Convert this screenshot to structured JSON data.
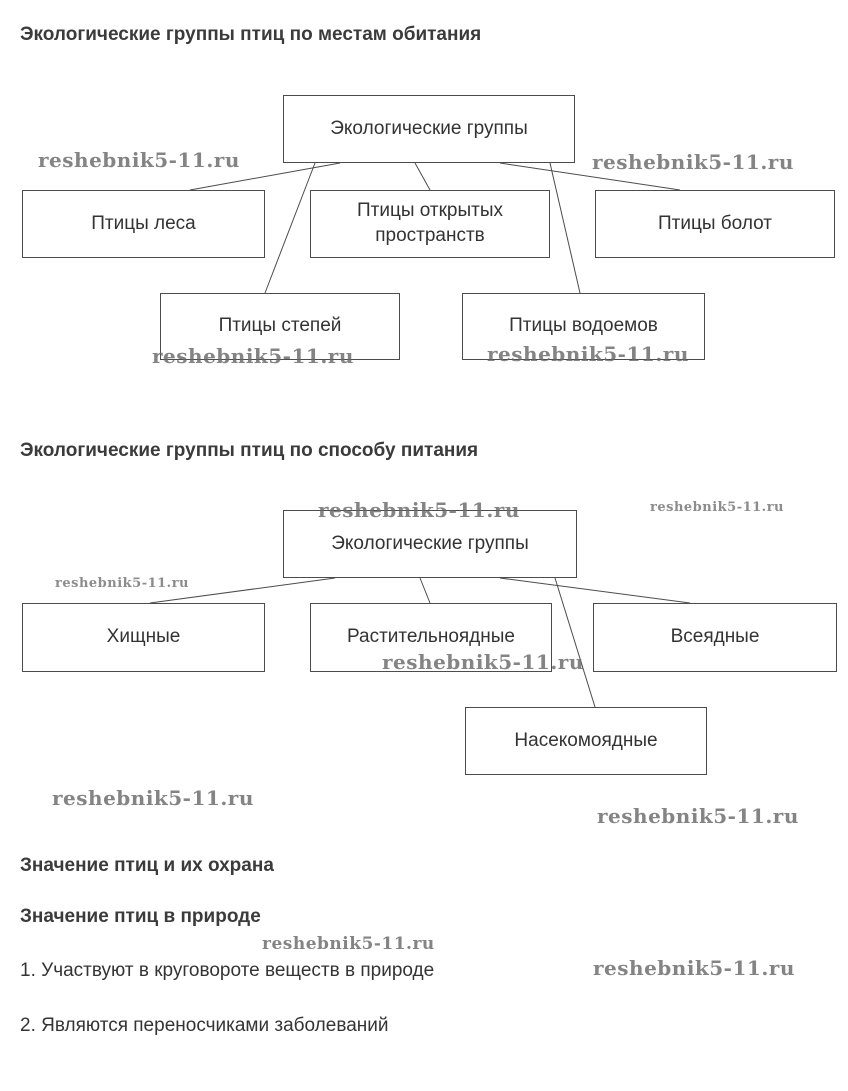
{
  "headings": {
    "habitat": "Экологические группы птиц по местам обитания",
    "feeding": "Экологические группы птиц по способу питания",
    "importance": "Значение птиц и их охрана",
    "importance_nature": "Значение птиц в природе"
  },
  "habitat_diagram": {
    "root": "Экологические группы",
    "children": [
      "Птицы леса",
      "Птицы открытых пространств",
      "Птицы болот",
      "Птицы степей",
      "Птицы водоемов"
    ]
  },
  "feeding_diagram": {
    "root": "Экологические группы",
    "children": [
      "Хищные",
      "Растительноядные",
      "Всеядные",
      "Насекомоядные"
    ]
  },
  "list": {
    "item1": "1. Участвуют в круговороте веществ в природе",
    "item2": "2. Являются переносчиками заболеваний"
  },
  "watermark": {
    "text": "reshebnik5-11.ru"
  },
  "colors": {
    "box_border": "#4c4c4c",
    "text": "#3a3a3a",
    "watermark": "#696969"
  }
}
